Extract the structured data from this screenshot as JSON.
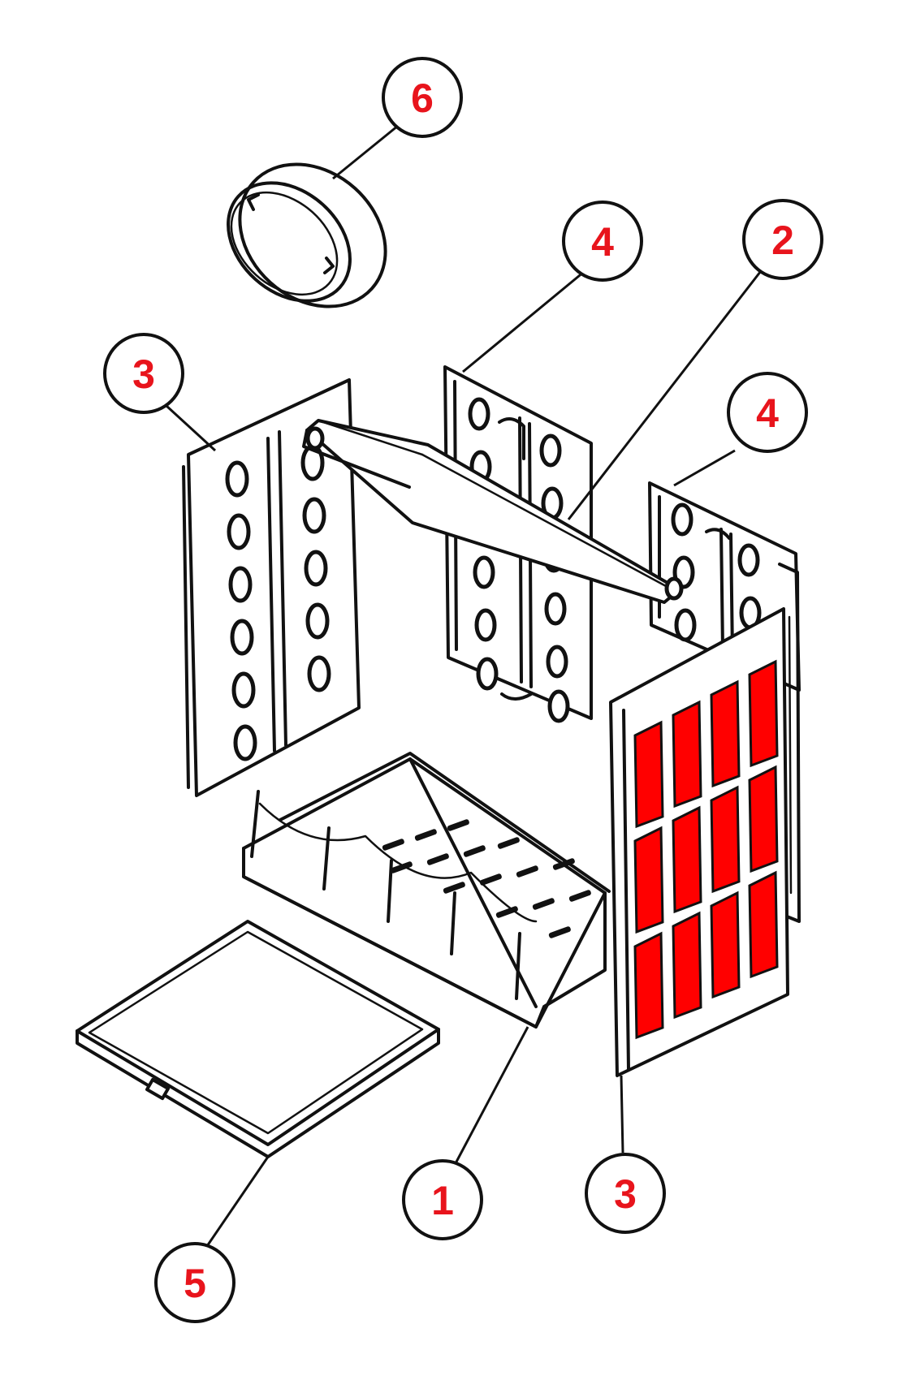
{
  "colors": {
    "callout_number": "#e8141c",
    "highlight_fill": "#ff0000",
    "line": "#111111",
    "background": "#ffffff"
  },
  "callouts": [
    {
      "id": "c6",
      "label": "6"
    },
    {
      "id": "c4a",
      "label": "4"
    },
    {
      "id": "c2",
      "label": "2"
    },
    {
      "id": "c3a",
      "label": "3"
    },
    {
      "id": "c4b",
      "label": "4"
    },
    {
      "id": "c1",
      "label": "1"
    },
    {
      "id": "c3b",
      "label": "3"
    },
    {
      "id": "c5",
      "label": "5"
    }
  ]
}
